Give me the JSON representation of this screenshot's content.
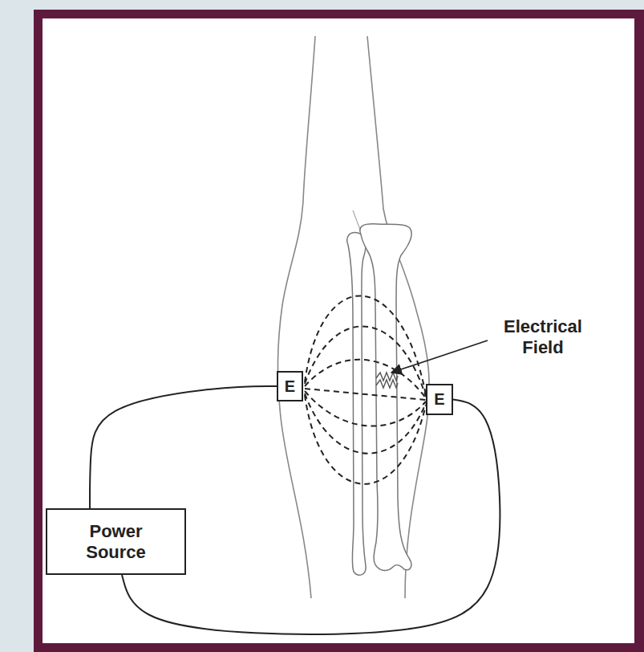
{
  "diagram": {
    "nodes": [
      {
        "text": [
          "E"
        ]
      },
      {
        "text": [
          "E"
        ]
      },
      {
        "text": [
          "Power Source"
        ]
      }
    ],
    "edges": [
      {
        "from": 2,
        "to": 0,
        "arrow": "none"
      },
      {
        "from": 1,
        "to": 2,
        "arrow": "none"
      }
    ],
    "labels": [
      "Electrical Field"
    ]
  }
}
